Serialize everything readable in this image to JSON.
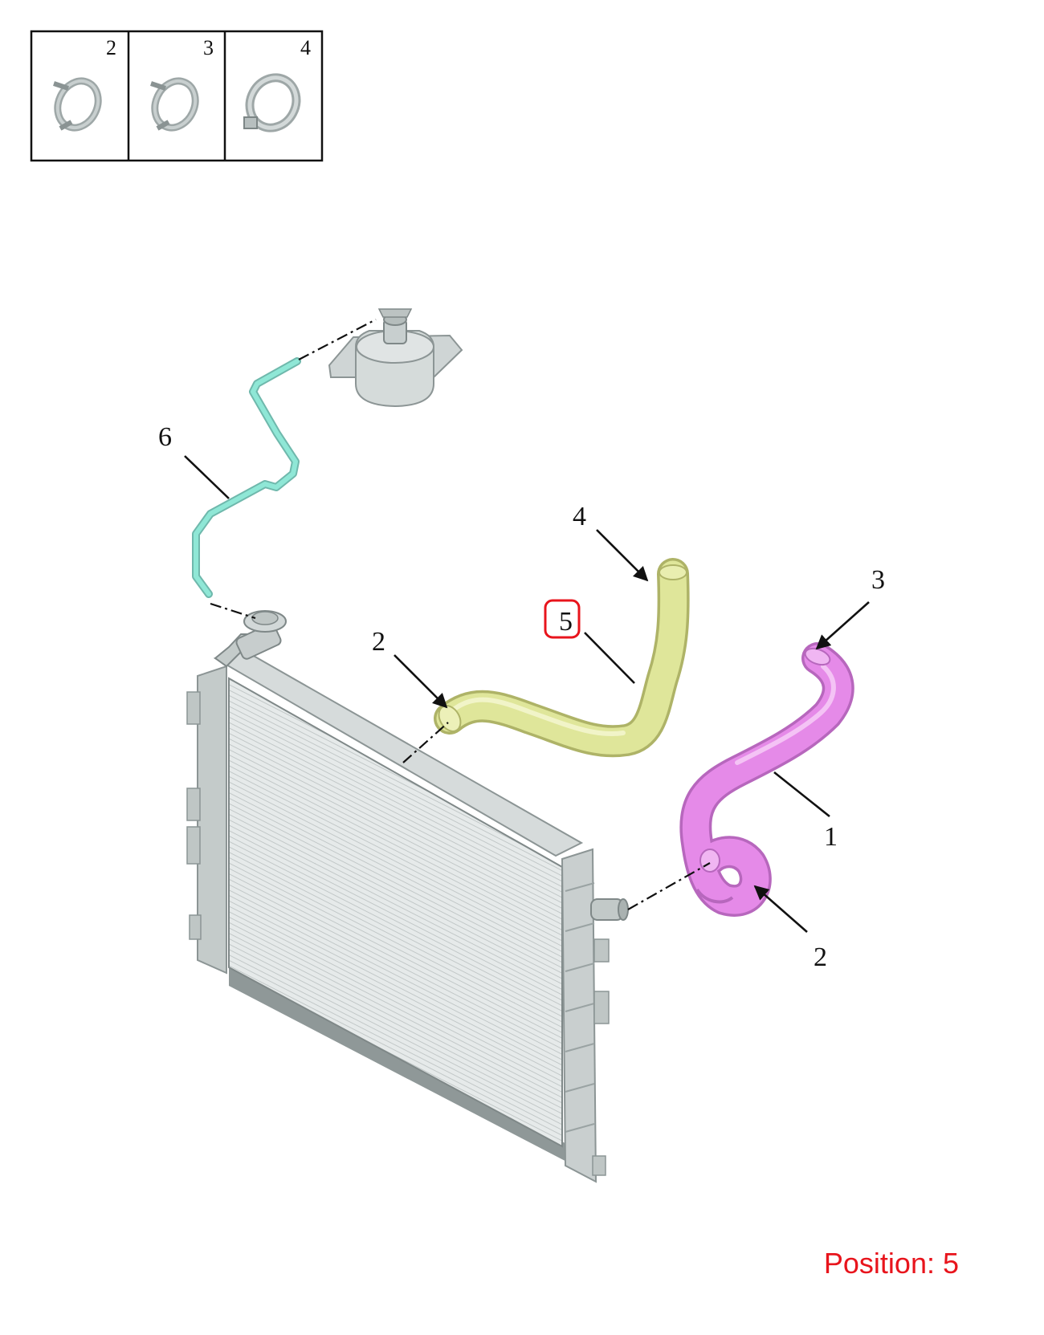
{
  "legend": {
    "cells": [
      {
        "number": "2",
        "icon": "spring-hose-clamp-icon"
      },
      {
        "number": "3",
        "icon": "spring-hose-clamp-icon"
      },
      {
        "number": "4",
        "icon": "band-hose-clamp-icon"
      }
    ]
  },
  "callouts": {
    "c1": "1",
    "c2a": "2",
    "c2b": "2",
    "c3": "3",
    "c4": "4",
    "c5": "5",
    "c6": "6"
  },
  "highlighted_callout": "5",
  "position_label": "Position: 5",
  "colors": {
    "hose_1": "#e58ae8",
    "hose_5": "#dfe69a",
    "hose_6": "#8fe7d6",
    "highlight": "#e8141c",
    "radiator": "#cdd3d2",
    "reservoir": "#d5dbda"
  }
}
